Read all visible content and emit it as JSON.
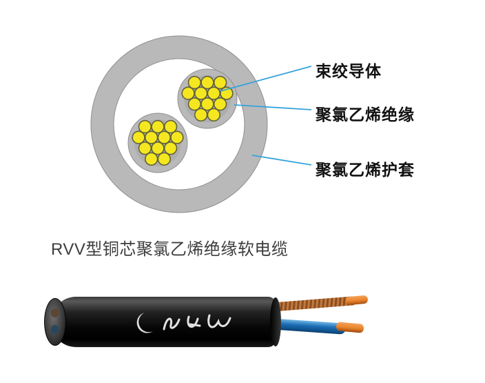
{
  "diagram": {
    "labels": [
      {
        "id": "stranded-conductor",
        "text": "束绞导体"
      },
      {
        "id": "pvc-insulation",
        "text": "聚氯乙烯绝缘"
      },
      {
        "id": "pvc-sheath",
        "text": "聚氯乙烯护套"
      }
    ],
    "caption": "RVV型铜芯聚氯乙烯绝缘软电缆"
  },
  "colors": {
    "sheath_gray": "#b9b9b9",
    "circle_outline": "#8f8f8f",
    "conductor_yellow": "#f5e71f",
    "strand_outline": "#61613a",
    "leader_blue": "#35a3dc",
    "label_black": "#111111",
    "caption_gray": "#3d3d3d",
    "wire_blue": "#1b6cb3",
    "copper": "#c47a3c",
    "copper_bright": "#e8832a",
    "jacket_black": "#060606"
  }
}
